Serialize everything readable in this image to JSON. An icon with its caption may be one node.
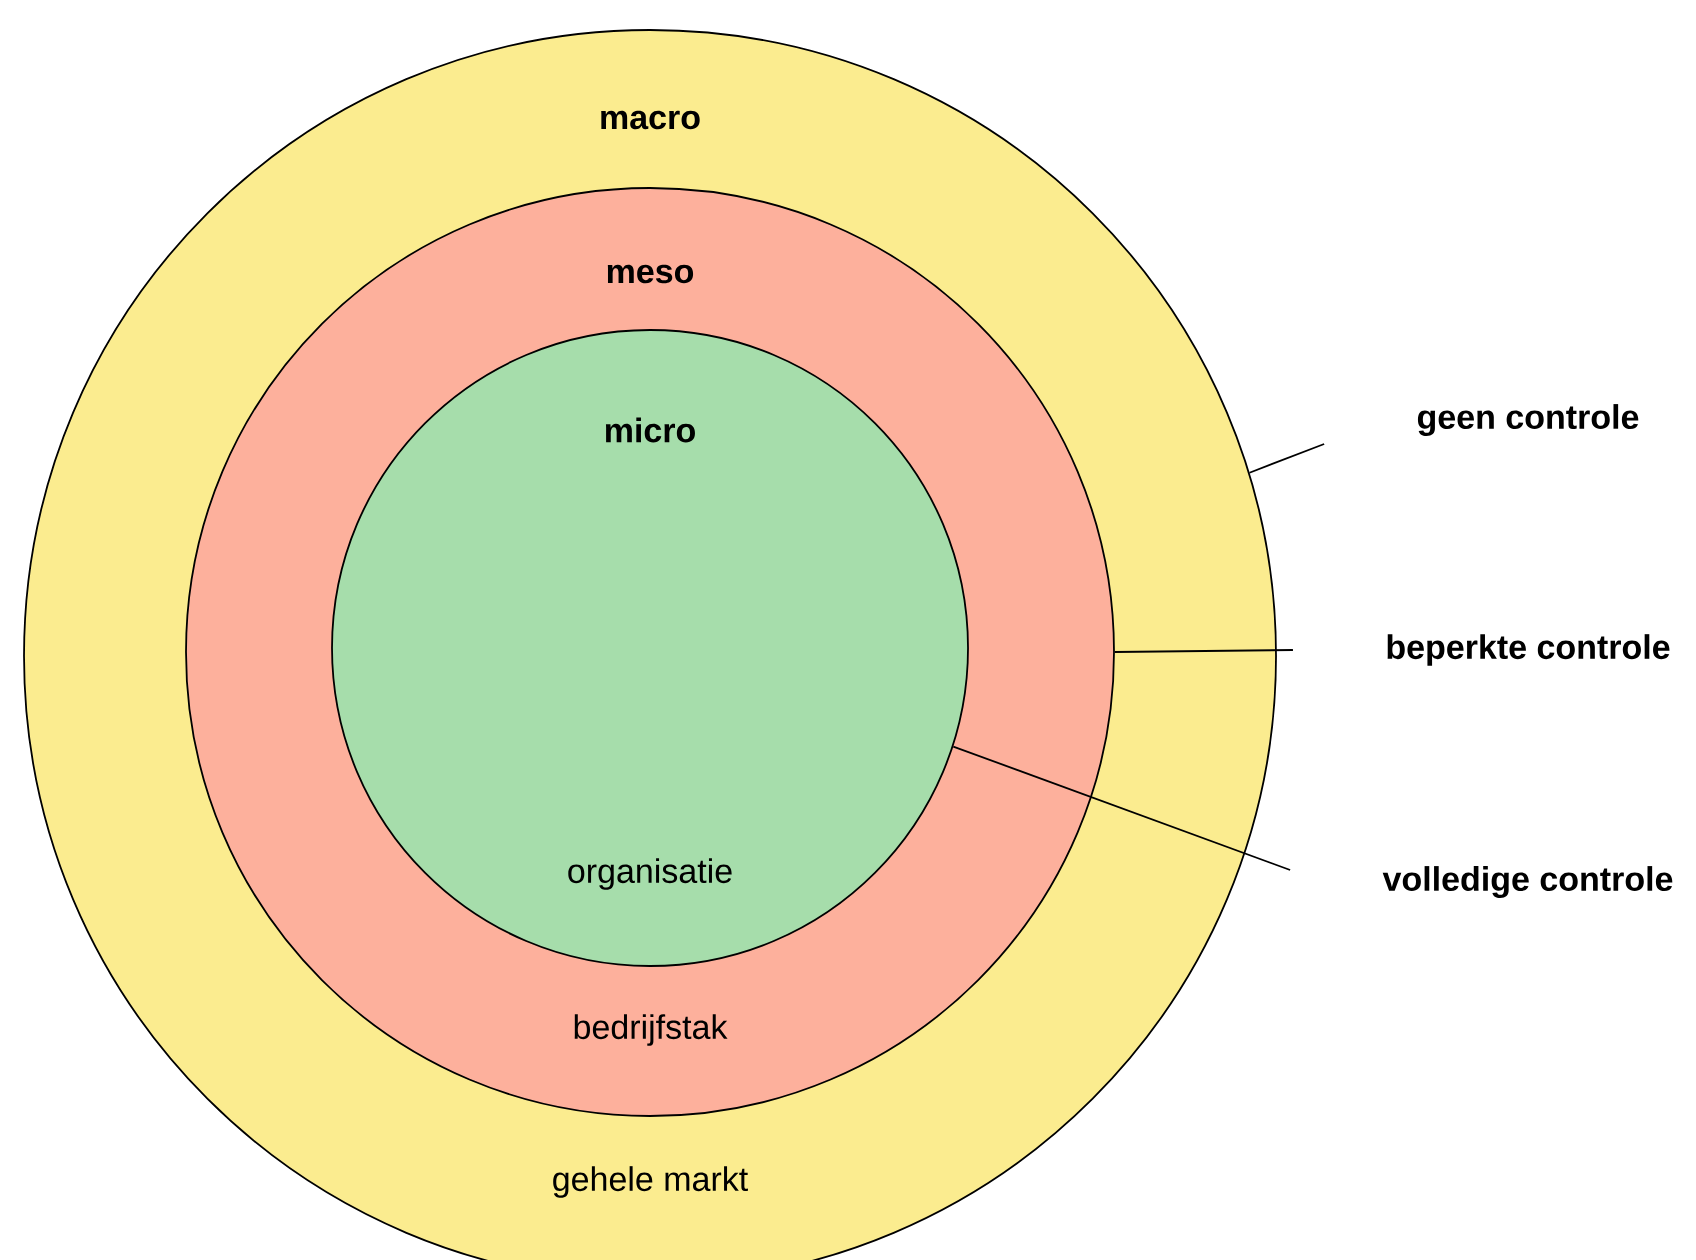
{
  "diagram": {
    "nodes": [
      {
        "text": [
          "macro",
          "gehele markt"
        ]
      },
      {
        "text": [
          "meso",
          "bedrijfstak"
        ],
        "in": 0
      },
      {
        "text": [
          "micro",
          "organisatie"
        ],
        "in": 1
      },
      {
        "text": [
          "geen controle"
        ]
      },
      {
        "text": [
          "beperkte controle"
        ]
      },
      {
        "text": [
          "volledige controle"
        ]
      }
    ],
    "edges": [
      {
        "from": 3,
        "to": 0,
        "arrow": "none"
      },
      {
        "from": 4,
        "to": 1,
        "arrow": "none"
      },
      {
        "from": 5,
        "to": 2,
        "arrow": "none"
      }
    ]
  }
}
